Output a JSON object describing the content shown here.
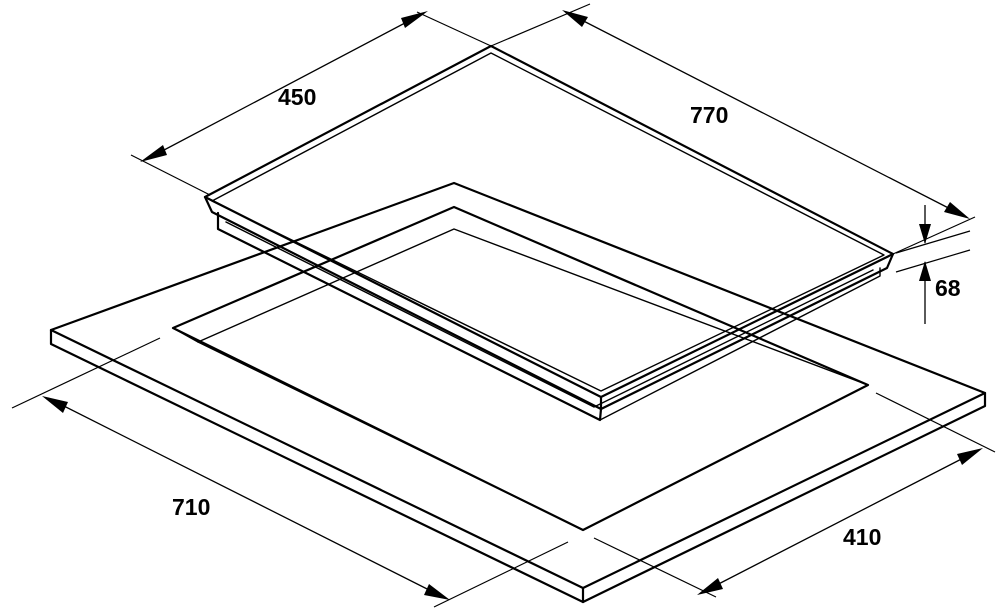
{
  "diagram": {
    "dimensions": {
      "hob_depth": "450",
      "hob_width": "770",
      "hob_height": "68",
      "cutout_width": "710",
      "cutout_depth": "410"
    }
  }
}
